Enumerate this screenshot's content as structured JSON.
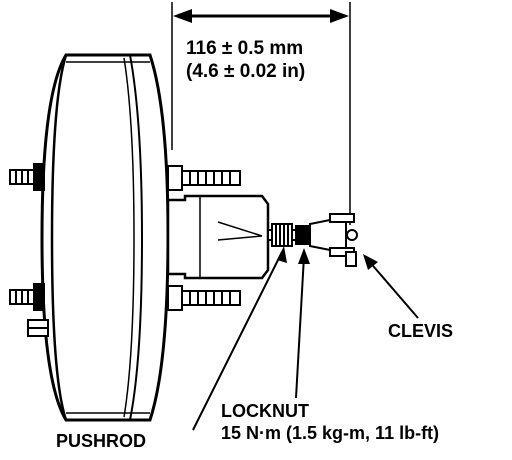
{
  "dimension": {
    "metric": "116 ± 0.5 mm",
    "imperial": "(4.6 ± 0.02 in)"
  },
  "labels": {
    "clevis": "CLEVIS",
    "locknut": "LOCKNUT",
    "locknut_torque": "15 N·m (1.5 kg-m, 11 lb-ft)",
    "pushrod": "PUSHROD"
  }
}
